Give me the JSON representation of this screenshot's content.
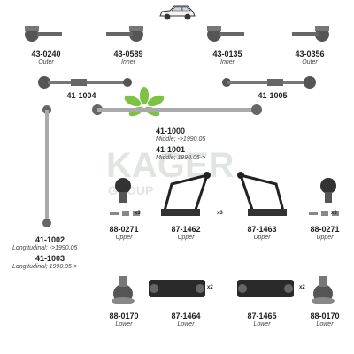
{
  "brand": {
    "logo_text": "KAGER",
    "tagline": "GROUP",
    "leaf_color": "#7dc242"
  },
  "parts": {
    "tie_rod_end_outer_left": {
      "number": "43-0240",
      "note": "Outer"
    },
    "tie_rod_end_inner_left": {
      "number": "43-0589",
      "note": "Inner"
    },
    "tie_rod_end_inner_right": {
      "number": "43-0135",
      "note": "Inner"
    },
    "tie_rod_end_outer_right": {
      "number": "43-0356",
      "note": "Outer"
    },
    "tie_rod_left": {
      "number": "41-1004"
    },
    "tie_rod_right": {
      "number": "41-1005"
    },
    "center_link_1": {
      "number": "41-1000",
      "note": "Middle; ->1990.05"
    },
    "center_link_2": {
      "number": "41-1001",
      "note": "Middle; 1990.05->"
    },
    "longitudinal_1": {
      "number": "41-1002",
      "note": "Longitudinal; ->1990.05"
    },
    "longitudinal_2": {
      "number": "41-1003",
      "note": "Longitudinal; 1990.05->"
    },
    "ball_joint_upper_left": {
      "number": "88-0271",
      "note": "Upper"
    },
    "arm_upper_left": {
      "number": "87-1462",
      "note": "Upper"
    },
    "arm_upper_right": {
      "number": "87-1463",
      "note": "Upper"
    },
    "ball_joint_upper_right": {
      "number": "88-0271",
      "note": "Upper"
    },
    "ball_joint_lower_left": {
      "number": "88-0170",
      "note": "Lower"
    },
    "arm_lower_left": {
      "number": "87-1464",
      "note": "Lower"
    },
    "arm_lower_right": {
      "number": "87-1465",
      "note": "Lower"
    },
    "ball_joint_lower_right": {
      "number": "88-0170",
      "note": "Lower"
    }
  },
  "qty_badges": {
    "x3": "x3",
    "x2": "x2"
  }
}
